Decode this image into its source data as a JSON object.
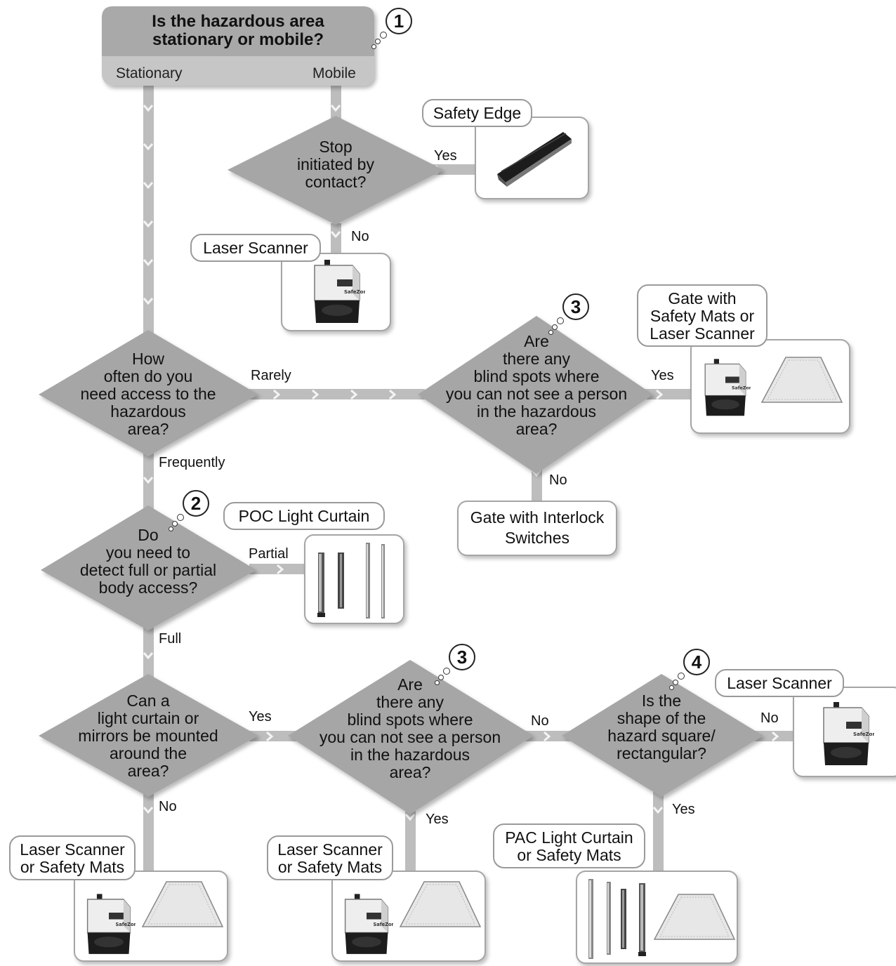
{
  "start": {
    "line1": "Is the hazardous area",
    "line2": "stationary or mobile?",
    "left": "Stationary",
    "right": "Mobile"
  },
  "q_contact": {
    "lines": [
      "Stop",
      "initiated by",
      "contact?"
    ],
    "yes": "Yes",
    "no": "No"
  },
  "q_access": {
    "lines": [
      "How",
      "often do you",
      "need access to the",
      "hazardous",
      "area?"
    ],
    "rarely": "Rarely",
    "frequently": "Frequently"
  },
  "q_blind1": {
    "lines": [
      "Are",
      "there any",
      "blind spots where",
      "you can not see a person",
      "in the hazardous",
      "area?"
    ],
    "yes": "Yes",
    "no": "No"
  },
  "q_body": {
    "lines": [
      "Do",
      "you need to",
      "detect full or partial",
      "body access?"
    ],
    "partial": "Partial",
    "full": "Full"
  },
  "q_mount": {
    "lines": [
      "Can a",
      "light curtain or",
      "mirrors be mounted",
      "around the",
      "area?"
    ],
    "yes": "Yes",
    "no": "No"
  },
  "q_blind2": {
    "lines": [
      "Are",
      "there any",
      "blind spots where",
      "you can not see a person",
      "in the hazardous",
      "area?"
    ],
    "no": "No",
    "yes": "Yes"
  },
  "q_shape": {
    "lines": [
      "Is the",
      "shape of the",
      "hazard square/",
      "rectangular?"
    ],
    "no": "No",
    "yes": "Yes"
  },
  "results": {
    "safety_edge": "Safety Edge",
    "laser_scanner_1": "Laser Scanner",
    "gate_mats": [
      "Gate with",
      "Safety Mats or",
      "Laser Scanner"
    ],
    "gate_interlock": [
      "Gate with Interlock",
      "Switches"
    ],
    "poc": "POC Light Curtain",
    "laser_scanner_2": "Laser Scanner",
    "ls_mats_1": [
      "Laser Scanner",
      "or Safety Mats"
    ],
    "ls_mats_2": [
      "Laser Scanner",
      "or Safety Mats"
    ],
    "pac": [
      "PAC Light Curtain",
      "or Safety Mats"
    ]
  },
  "badges": [
    "1",
    "2",
    "3",
    "3",
    "4"
  ],
  "device_labels": {
    "scanner": "SafeZone"
  },
  "colors": {
    "shape_fill": "#a6a6a6",
    "start_box_fill": "#a9a9a9",
    "start_box_band": "#c6c6c6",
    "connector": "#bdbdbd",
    "arrow": "#f4f4f4",
    "device_dark": "#1c1c1c"
  }
}
